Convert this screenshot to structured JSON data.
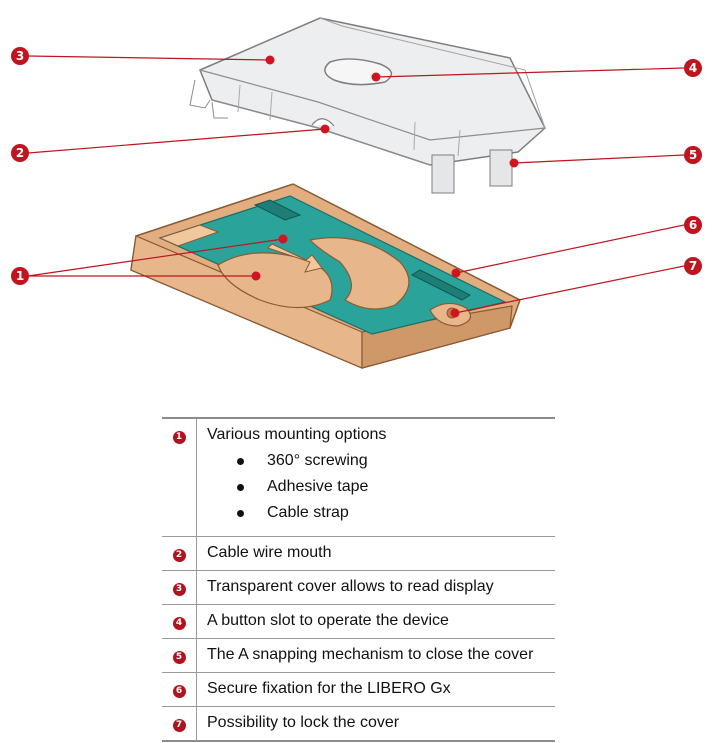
{
  "colors": {
    "callout_red": "#b0131e",
    "base_tan": "#e2ad7f",
    "base_teal": "#2aa39a",
    "cover_glass": "#e8eaec"
  },
  "callouts": [
    "1",
    "2",
    "3",
    "4",
    "5",
    "6",
    "7"
  ],
  "legend": {
    "items": [
      {
        "number": "1",
        "text": "Various mounting options",
        "subitems": [
          "360° screwing",
          "Adhesive tape",
          "Cable strap"
        ]
      },
      {
        "number": "2",
        "text": "Cable wire mouth"
      },
      {
        "number": "3",
        "text": "Transparent cover allows to read display"
      },
      {
        "number": "4",
        "text": "A button slot to operate the device"
      },
      {
        "number": "5",
        "text": "The A snapping mechanism to close the cover"
      },
      {
        "number": "6",
        "text": "Secure fixation for the LIBERO Gx"
      },
      {
        "number": "7",
        "text": "Possibility to lock the cover"
      }
    ]
  }
}
